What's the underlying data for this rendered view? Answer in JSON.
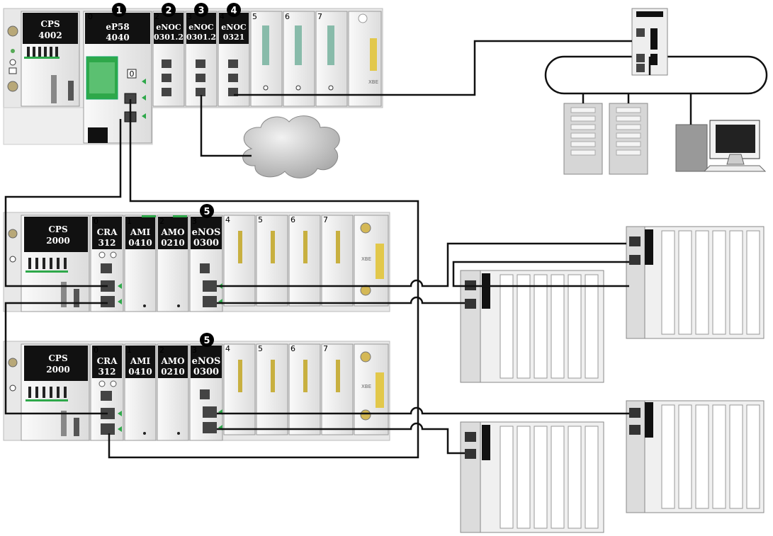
{
  "main_rack": {
    "power": {
      "l1": "CPS",
      "l2": "4002"
    },
    "cpu": {
      "slot": "0",
      "l1": "eP58",
      "l2": "4040"
    },
    "modules": [
      {
        "slot": "2",
        "l1": "eNOC",
        "l2": "0301.2",
        "callout": "2"
      },
      {
        "slot": "3",
        "l1": "eNOC",
        "l2": "0301.2",
        "callout": "3"
      },
      {
        "slot": "4",
        "l1": "eNOC",
        "l2": "0321",
        "callout": "4"
      }
    ],
    "empty_slots": [
      "5",
      "6",
      "7"
    ],
    "cpu_callout": "1",
    "port_label": "0",
    "xbe": "XBE"
  },
  "remote_racks": [
    {
      "power": {
        "l1": "CPS",
        "l2": "2000"
      },
      "modules": [
        {
          "slot": "0",
          "l1": "CRA",
          "l2": "312"
        },
        {
          "slot": "1",
          "l1": "AMI",
          "l2": "0410"
        },
        {
          "slot": "2",
          "l1": "AMO",
          "l2": "0210"
        },
        {
          "slot": "3",
          "l1": "eNOS",
          "l2": "0300",
          "callout": "5"
        }
      ],
      "empty_slots": [
        "4",
        "5",
        "6",
        "7"
      ],
      "xbe": "XBE"
    },
    {
      "power": {
        "l1": "CPS",
        "l2": "2000"
      },
      "modules": [
        {
          "slot": "0",
          "l1": "CRA",
          "l2": "312"
        },
        {
          "slot": "1",
          "l1": "AMI",
          "l2": "0410"
        },
        {
          "slot": "2",
          "l1": "AMO",
          "l2": "0210"
        },
        {
          "slot": "3",
          "l1": "eNOS",
          "l2": "0300",
          "callout": "5"
        }
      ],
      "empty_slots": [
        "4",
        "5",
        "6",
        "7"
      ],
      "xbe": "XBE"
    }
  ],
  "colors": {
    "module_label_bg": "#111111",
    "rack_bg": "#e6e6e6",
    "cable": "#111111",
    "status_led": "#2ea84a",
    "callout_bg": "#000000",
    "cloud": "#c9c9c9",
    "yellow": "#e2c84b"
  }
}
